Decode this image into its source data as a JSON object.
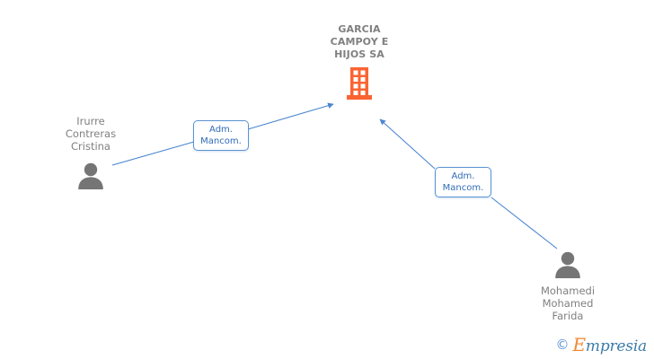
{
  "graph": {
    "background_color": "#ffffff",
    "edge_color": "#4a86d0",
    "company_color": "#fa6432",
    "person_color": "#757575",
    "box_border_color": "#5b93d3",
    "box_text_color": "#2f6bb5"
  },
  "company": {
    "name": "GARCIA\nCAMPOY E\nHIJOS SA",
    "icon": "building-icon"
  },
  "people": [
    {
      "id": "left",
      "name": "Irurre\nContreras\nCristina",
      "icon": "person-icon"
    },
    {
      "id": "right",
      "name": "Mohamedi\nMohamed\nFarida",
      "icon": "person-icon"
    }
  ],
  "relations": [
    {
      "id": "left",
      "label": "Adm.\nMancom.",
      "from": "Irurre Contreras Cristina",
      "to": "GARCIA CAMPOY E HIJOS SA"
    },
    {
      "id": "right",
      "label": "Adm.\nMancom.",
      "from": "Mohamedi Mohamed Farida",
      "to": "GARCIA CAMPOY E HIJOS SA"
    }
  ],
  "watermark": {
    "copyright": "©",
    "brand_initial": "E",
    "brand_rest": "mpresia"
  }
}
